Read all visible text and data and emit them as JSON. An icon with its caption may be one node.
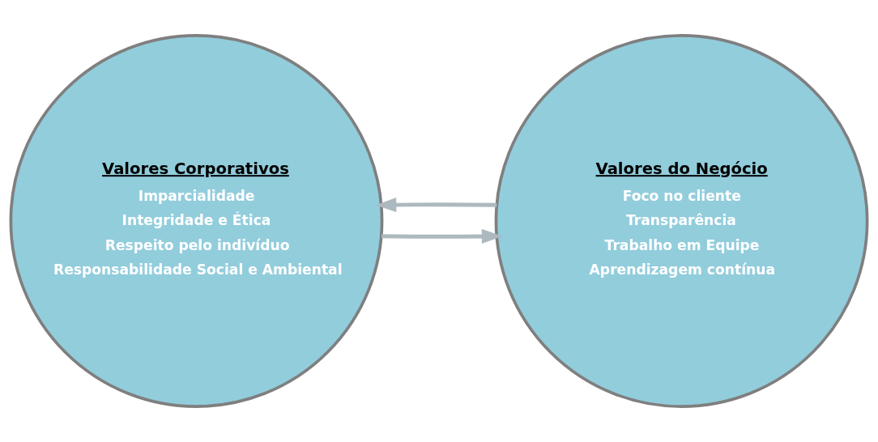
{
  "diagram": {
    "nodes": [
      {
        "text": [
          "Valores Corporativos",
          "Imparcialidade",
          "Integridade e Ética",
          "Respeito pelo indivíduo",
          "Responsabilidade Social e Ambiental"
        ]
      },
      {
        "text": [
          "Valores do Negócio",
          "Foco no cliente",
          "Transparência",
          "Trabalho em Equipe",
          "Aprendizagem contínua"
        ]
      }
    ],
    "edges": [
      {
        "from": 0,
        "to": 1,
        "arrow": "to"
      },
      {
        "from": 1,
        "to": 0,
        "arrow": "to"
      }
    ]
  }
}
